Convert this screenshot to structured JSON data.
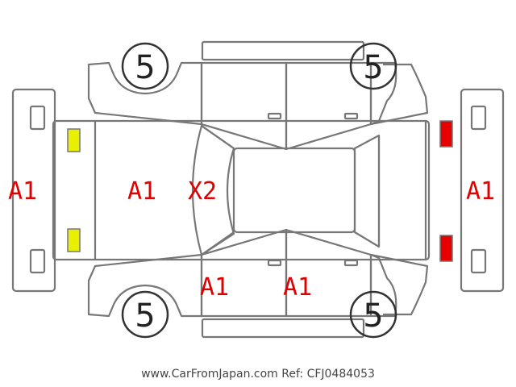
{
  "colors": {
    "outline": "#777777",
    "damage_mark": "#e00000",
    "light_front": "#e8f000",
    "light_rear": "#e60000",
    "wheel_circle": "#333333"
  },
  "wheels": {
    "front_left": "5",
    "front_right": "5",
    "rear_left": "5",
    "rear_right": "5"
  },
  "marks": {
    "front_bumper": "A1",
    "hood": "A1",
    "windshield": "X2",
    "rear_bumper": "A1",
    "front_door_bottom": "A1",
    "rear_door_bottom": "A1"
  },
  "footer": "www.CarFromJapan.com Ref: CFJ0484053"
}
